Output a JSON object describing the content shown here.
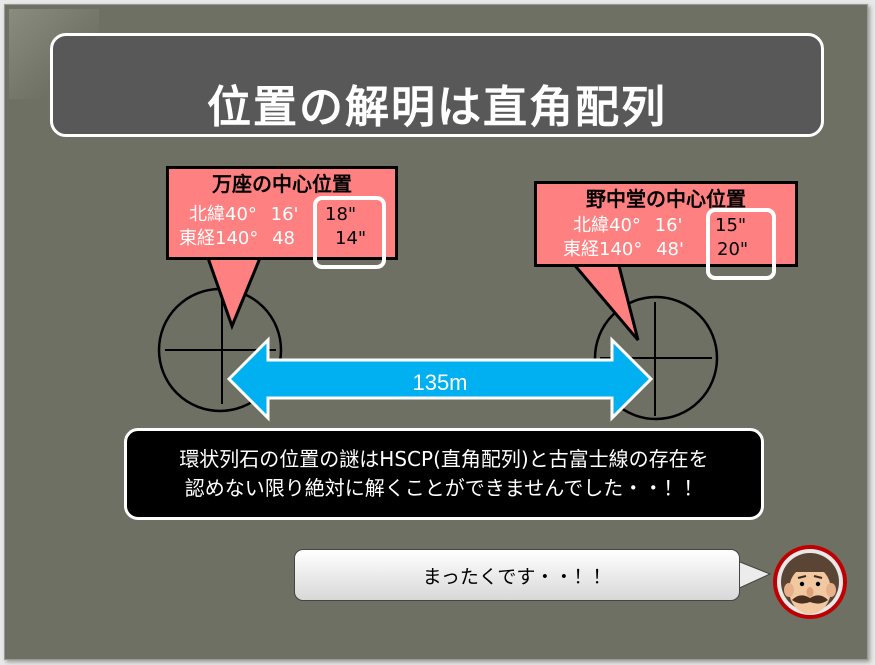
{
  "title": "位置の解明は直角配列",
  "left_callout": {
    "heading": "万座の中心位置",
    "lat_label": "北緯40°",
    "lat_min": "16'",
    "lat_sec": "18\"",
    "lon_label": "東経140°",
    "lon_min": "48",
    "lon_sec": "14\""
  },
  "right_callout": {
    "heading": "野中堂の中心位置",
    "lat_label": "北緯40°",
    "lat_min": "16'",
    "lat_sec": "15\"",
    "lon_label": "東経140°",
    "lon_min": "48'",
    "lon_sec": "20\""
  },
  "distance_label": "135m",
  "description_line1": "環状列石の位置の謎はHSCP(直角配列)と古富士線の存在を",
  "description_line2": "認めない限り絶対に解くことができませんでした・・！！",
  "speech_text": "まったくです・・！！",
  "colors": {
    "background": "#6e7063",
    "title_bg": "#585858",
    "callout_bg": "#ff8080",
    "arrow": "#00b0f0",
    "avatar_ring": "#c00000"
  },
  "icons": [
    "presenter-avatar-icon",
    "crosshair-circle-icon"
  ]
}
